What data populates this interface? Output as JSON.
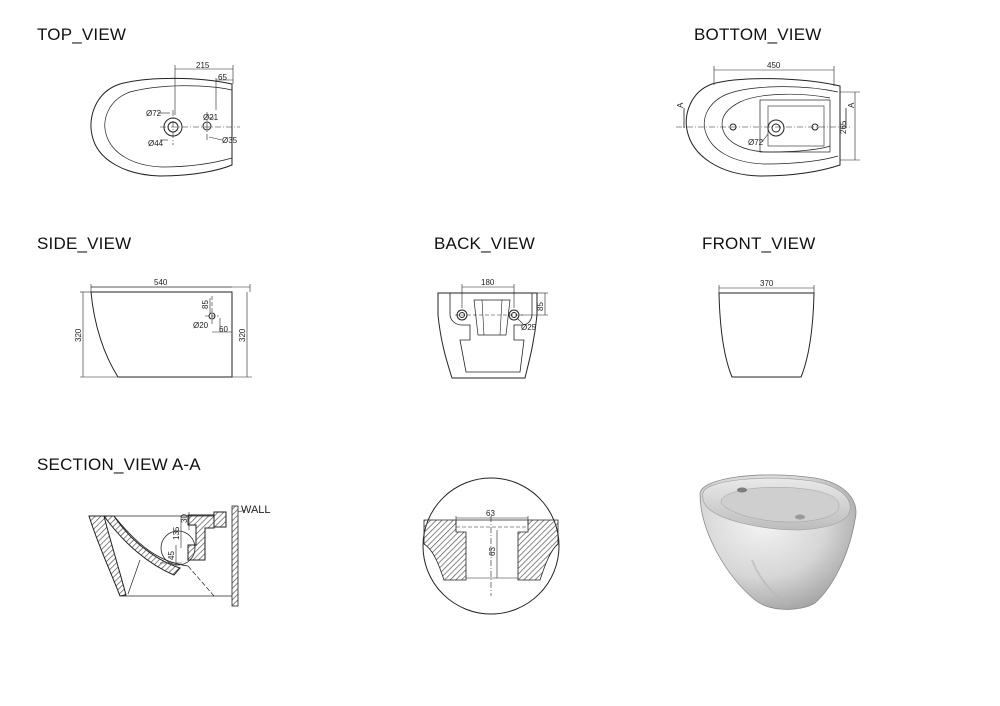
{
  "views": {
    "top": {
      "title": "TOP_VIEW",
      "dims": {
        "len": "215",
        "off": "65",
        "hole_big": "Ø72",
        "hole_in": "Ø44",
        "hole_small": "Ø21",
        "hole_tap": "Ø35"
      }
    },
    "bottom": {
      "title": "BOTTOM_VIEW",
      "dims": {
        "len": "450",
        "height": "265",
        "hole": "Ø72",
        "sec_left": "A",
        "sec_right": "A"
      }
    },
    "side": {
      "title": "SIDE_VIEW",
      "dims": {
        "len": "540",
        "h_left": "320",
        "h_right": "320",
        "v85": "85",
        "d20": "Ø20",
        "h60": "60"
      }
    },
    "back": {
      "title": "BACK_VIEW",
      "dims": {
        "width": "180",
        "v85": "85",
        "d25": "Ø25"
      }
    },
    "front": {
      "title": "FRONT_VIEW",
      "dims": {
        "width": "370"
      }
    },
    "section": {
      "title": "SECTION_VIEW  A-A",
      "wall_label": "WALL",
      "dims": {
        "d135": "135",
        "d30": "30",
        "d45": "45"
      }
    },
    "detail": {
      "dims": {
        "w63": "63",
        "h63": "63"
      }
    }
  }
}
